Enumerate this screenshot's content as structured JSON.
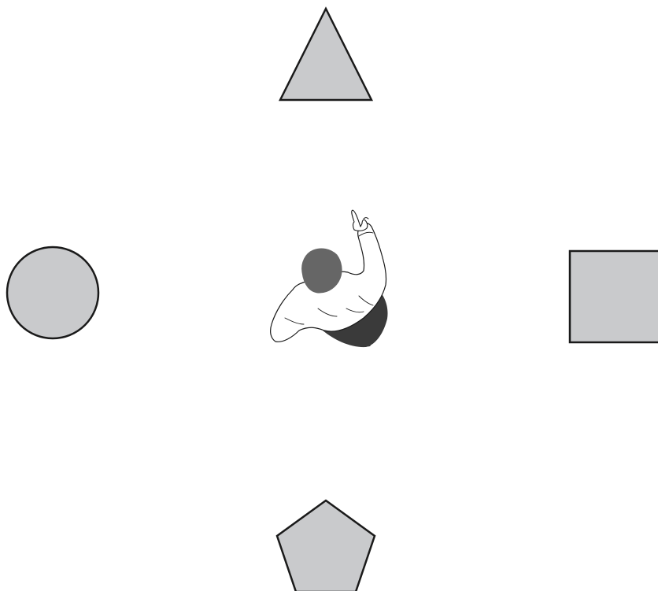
{
  "diagram": {
    "shapes": [
      {
        "id": "triangle",
        "name": "triangle-shape",
        "position": "top"
      },
      {
        "id": "circle",
        "name": "circle-shape",
        "position": "left"
      },
      {
        "id": "square",
        "name": "square-shape",
        "position": "right"
      },
      {
        "id": "pentagon",
        "name": "pentagon-shape",
        "position": "bottom"
      }
    ],
    "person": {
      "name": "person-pointing-figure",
      "pointing_toward": "triangle"
    },
    "colors": {
      "shape_fill": "#c9cacc",
      "shape_stroke": "#1a1a1a",
      "hair": "#666666",
      "shirt": "#ffffff",
      "shadow": "#3a3a3a",
      "background": "#ffffff"
    }
  }
}
